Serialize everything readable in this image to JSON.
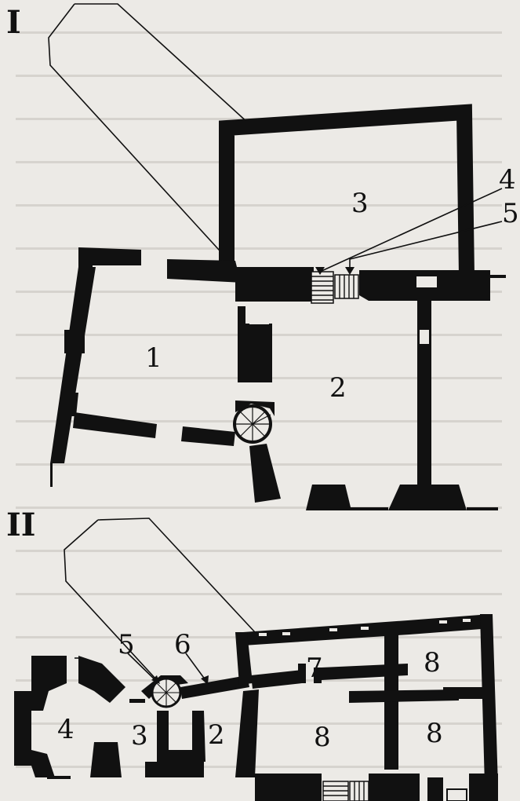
{
  "plans": [
    {
      "id": "I",
      "numeral": "I",
      "labels": [
        "1",
        "2",
        "3",
        "4",
        "5"
      ]
    },
    {
      "id": "II",
      "numeral": "II",
      "labels": [
        "2",
        "3",
        "4",
        "5",
        "6",
        "7",
        "8",
        "8",
        "8"
      ]
    }
  ],
  "background_text_visible": true,
  "colors": {
    "ink": "#111111",
    "paper": "#eceae6"
  }
}
